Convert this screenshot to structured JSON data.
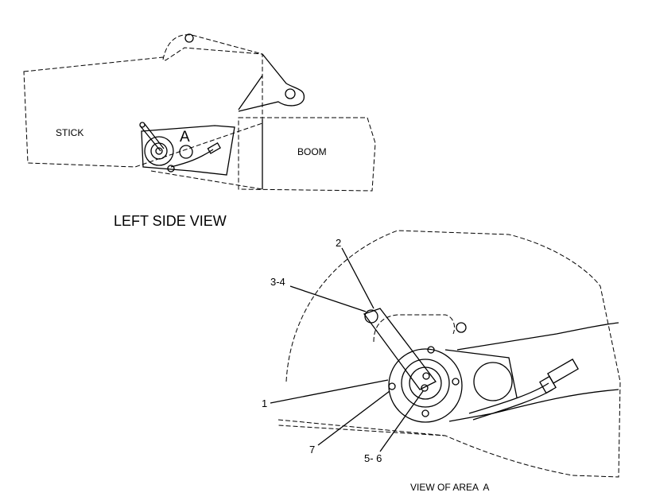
{
  "left_view": {
    "title": "LEFT SIDE VIEW",
    "stick_label": "STICK",
    "boom_label": "BOOM",
    "area_marker": "A"
  },
  "detail_view": {
    "title": "VIEW OF AREA  A",
    "callouts": [
      "2",
      "3-4",
      "1",
      "7",
      "5- 6"
    ]
  }
}
